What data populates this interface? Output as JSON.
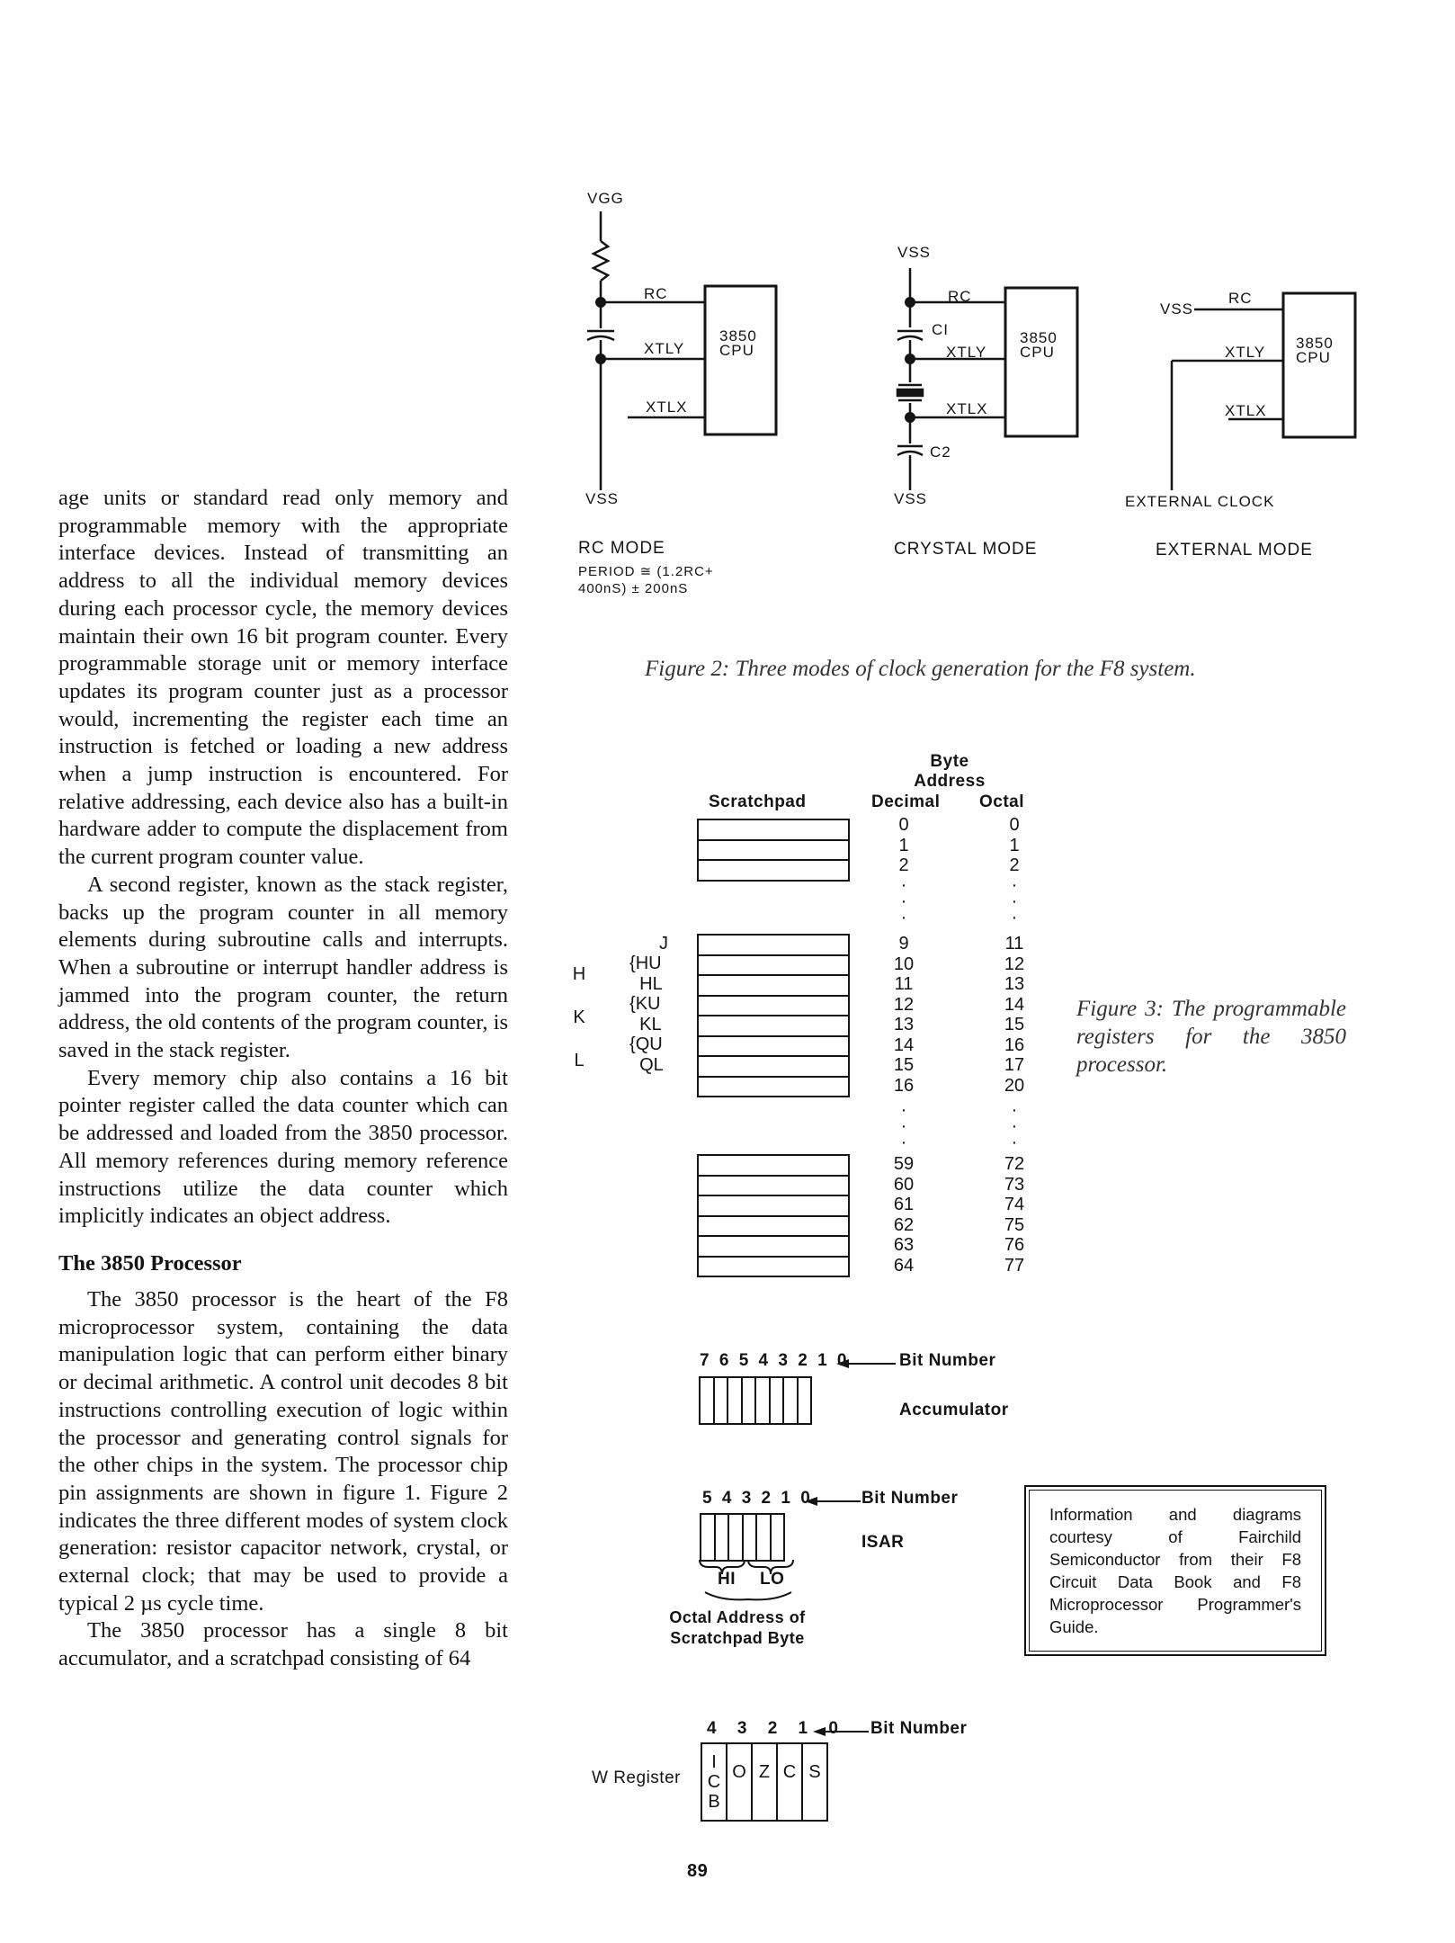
{
  "left_column": {
    "paragraphs": [
      "age units or standard read only memory and programmable memory with the appropriate interface devices. Instead of transmitting an address to all the individual memory devices during each processor cycle, the memory devices maintain their own 16 bit program counter. Every programmable storage unit or memory interface updates its program counter just as a processor would, incrementing the register each time an instruction is fetched or loading a new address when a jump instruction is encountered. For relative addressing, each device also has a built-in hardware adder to compute the displacement from the current program counter value.",
      "A second register, known as the stack register, backs up the program counter in all memory elements during subroutine calls and interrupts. When a subroutine or interrupt handler address is jammed into the program counter, the return address, the old contents of the program counter, is saved in the stack register.",
      "Every memory chip also contains a 16 bit pointer register called the data counter which can be addressed and loaded from the 3850 processor. All memory references during memory reference instructions utilize the data counter which implicitly indicates an object address."
    ],
    "section_heading": "The 3850 Processor",
    "section_paragraphs": [
      "The 3850 processor is the heart of the F8 microprocessor system, containing the data manipulation logic that can perform either binary or decimal arithmetic. A control unit decodes 8 bit instructions controlling execution of logic within the processor and generating control signals for the other chips in the system. The processor chip pin assignments are shown in figure 1. Figure 2 indicates the three different modes of system clock generation: resistor capacitor network, crystal, or external clock; that may be used to provide a typical 2 µs cycle time.",
      "The 3850 processor has a single 8 bit accumulator, and a scratchpad consisting of 64"
    ]
  },
  "figure2": {
    "rc_mode": {
      "vgg": "VGG",
      "vss": "VSS",
      "rc": "RC",
      "xtly": "XTLY",
      "xtlx": "XTLX",
      "cpu_line1": "3850",
      "cpu_line2": "CPU",
      "title": "RC MODE",
      "note_line1": "PERIOD ≅ (1.2RC+",
      "note_line2": "400nS) ± 200nS"
    },
    "crystal_mode": {
      "vss_top": "VSS",
      "vss_bottom": "VSS",
      "rc": "RC",
      "c1": "CI",
      "c2": "C2",
      "xtly": "XTLY",
      "xtlx": "XTLX",
      "cpu_line1": "3850",
      "cpu_line2": "CPU",
      "title": "CRYSTAL MODE"
    },
    "external_mode": {
      "vss": "VSS",
      "rc": "RC",
      "xtly": "XTLY",
      "xtlx": "XTLX",
      "cpu_line1": "3850",
      "cpu_line2": "CPU",
      "clock": "EXTERNAL CLOCK",
      "title": "EXTERNAL MODE"
    },
    "caption": "Figure 2: Three modes of clock generation for the F8 system."
  },
  "figure3": {
    "byte_address_header": [
      "Byte",
      "Address"
    ],
    "scratchpad_label": "Scratchpad",
    "decimal_label": "Decimal",
    "octal_label": "Octal",
    "group1": {
      "decimal": [
        "0",
        "1",
        "2"
      ],
      "octal": [
        "0",
        "1",
        "2"
      ]
    },
    "group2": {
      "decimal": [
        "9",
        "10",
        "11",
        "12",
        "13",
        "14",
        "15",
        "16"
      ],
      "octal": [
        "11",
        "12",
        "13",
        "14",
        "15",
        "16",
        "17",
        "20"
      ]
    },
    "group3": {
      "decimal": [
        "59",
        "60",
        "61",
        "62",
        "63",
        "64"
      ],
      "octal": [
        "72",
        "73",
        "74",
        "75",
        "76",
        "77"
      ]
    },
    "register_j": "J",
    "register_pairs": [
      {
        "name": "H",
        "hi": "HU",
        "lo": "HL"
      },
      {
        "name": "K",
        "hi": "KU",
        "lo": "KL"
      },
      {
        "name": "L",
        "hi": "QU",
        "lo": "QL"
      }
    ],
    "caption": "Figure 3: The programmable registers for the 3850 processor.",
    "accumulator": {
      "bits": "7 6 5 4 3 2 1 0",
      "bit_number": "Bit Number",
      "label": "Accumulator"
    },
    "isar": {
      "bits": "5 4 3 2 1 0",
      "bit_number": "Bit Number",
      "label": "ISAR",
      "hi": "HI",
      "lo": "LO",
      "octal_line1": "Octal Address of",
      "octal_line2": "Scratchpad Byte"
    },
    "w_register": {
      "bits": "4 3 2 1 0",
      "bit_number": "Bit Number",
      "label": "W Register",
      "cells": [
        [
          "I",
          "C",
          "B"
        ],
        [
          "O"
        ],
        [
          "Z"
        ],
        [
          "C"
        ],
        [
          "S"
        ]
      ]
    }
  },
  "courtesy_note": "Information and diagrams courtesy of Fairchild Semiconductor from their F8 Circuit Data Book and F8 Microprocessor Programmer's Guide.",
  "page_number": "89"
}
